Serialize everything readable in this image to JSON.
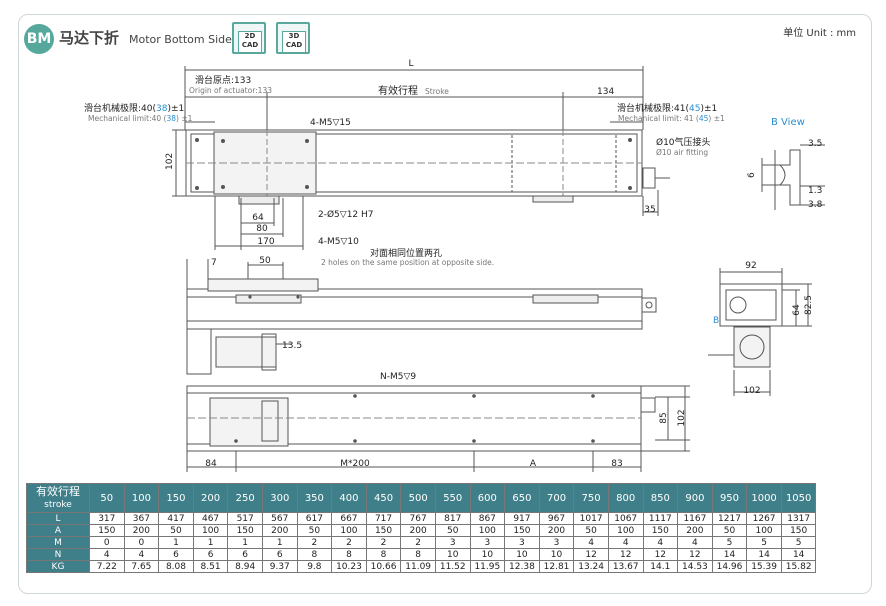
{
  "header": {
    "badge": "BM",
    "title_cn": "马达下折",
    "title_en": "Motor Bottom Side",
    "cad2d_top": "2D",
    "cad2d_bot": "CAD",
    "cad3d_top": "3D",
    "cad3d_bot": "CAD",
    "unit": "单位 Unit : mm"
  },
  "drawing": {
    "L": "L",
    "origin_cn": "滑台原点:133",
    "origin_en": "Origin of actuator:133",
    "stroke_cn": "有效行程",
    "stroke_en": "Stroke",
    "dim_134": "134",
    "mech_left_cn_a": "滑台机械极限:40(",
    "mech_left_cn_b": "38",
    "mech_left_cn_c": ")±1",
    "mech_left_en_a": "Mechanical limit:40 (",
    "mech_left_en_b": "38",
    "mech_left_en_c": ") ±1",
    "mech_right_cn_a": "滑台机械极限:41(",
    "mech_right_cn_b": "45",
    "mech_right_cn_c": ")±1",
    "mech_right_en_a": "Mechanical limit: 41 (",
    "mech_right_en_b": "45",
    "mech_right_en_c": ") ±1",
    "hole_4m5_15": "4-M5▽15",
    "air_cn": "Ø10气压接头",
    "air_en": "Ø10 air fitting",
    "dim_102_left": "102",
    "dim_64": "64",
    "dim_80": "80",
    "dim_170": "170",
    "hole_2_d5": "2-Ø5▽12 H7",
    "hole_4m5_10": "4-M5▽10",
    "dim_35": "35",
    "opposite_cn": "对面相同位置两孔",
    "opposite_en": "2 holes on the same position at opposite side.",
    "dim_7": "7",
    "dim_50": "50",
    "dim_13_5": "13.5",
    "nm5": "N-M5▽9",
    "dim_85": "85",
    "dim_102_bottom_right": "102",
    "dim_84": "84",
    "dim_m200": "M*200",
    "dim_A": "A",
    "dim_83": "83",
    "bview": "B View",
    "dim_3_5": "3.5",
    "dim_6": "6",
    "dim_1_3": "1.3",
    "dim_3_8": "3.8",
    "dim_92": "92",
    "dim_64_side": "64",
    "dim_82_5": "82.5",
    "label_B": "B",
    "dim_102_side": "102"
  },
  "table": {
    "header_cn": "有效行程",
    "header_en": "stroke",
    "strokes": [
      "50",
      "100",
      "150",
      "200",
      "250",
      "300",
      "350",
      "400",
      "450",
      "500",
      "550",
      "600",
      "650",
      "700",
      "750",
      "800",
      "850",
      "900",
      "950",
      "1000",
      "1050"
    ],
    "rows": [
      {
        "label": "L",
        "values": [
          "317",
          "367",
          "417",
          "467",
          "517",
          "567",
          "617",
          "667",
          "717",
          "767",
          "817",
          "867",
          "917",
          "967",
          "1017",
          "1067",
          "1117",
          "1167",
          "1217",
          "1267",
          "1317"
        ]
      },
      {
        "label": "A",
        "values": [
          "150",
          "200",
          "50",
          "100",
          "150",
          "200",
          "50",
          "100",
          "150",
          "200",
          "50",
          "100",
          "150",
          "200",
          "50",
          "100",
          "150",
          "200",
          "50",
          "100",
          "150"
        ]
      },
      {
        "label": "M",
        "values": [
          "0",
          "0",
          "1",
          "1",
          "1",
          "1",
          "2",
          "2",
          "2",
          "2",
          "3",
          "3",
          "3",
          "3",
          "4",
          "4",
          "4",
          "4",
          "5",
          "5",
          "5"
        ]
      },
      {
        "label": "N",
        "values": [
          "4",
          "4",
          "6",
          "6",
          "6",
          "6",
          "8",
          "8",
          "8",
          "8",
          "10",
          "10",
          "10",
          "10",
          "12",
          "12",
          "12",
          "12",
          "14",
          "14",
          "14"
        ]
      },
      {
        "label": "KG",
        "values": [
          "7.22",
          "7.65",
          "8.08",
          "8.51",
          "8.94",
          "9.37",
          "9.8",
          "10.23",
          "10.66",
          "11.09",
          "11.52",
          "11.95",
          "12.38",
          "12.81",
          "13.24",
          "13.67",
          "14.1",
          "14.53",
          "14.96",
          "15.39",
          "15.82"
        ]
      }
    ]
  },
  "colors": {
    "accent": "#3f7f89",
    "badge": "#55a89b",
    "highlight": "#2a8fd0"
  }
}
